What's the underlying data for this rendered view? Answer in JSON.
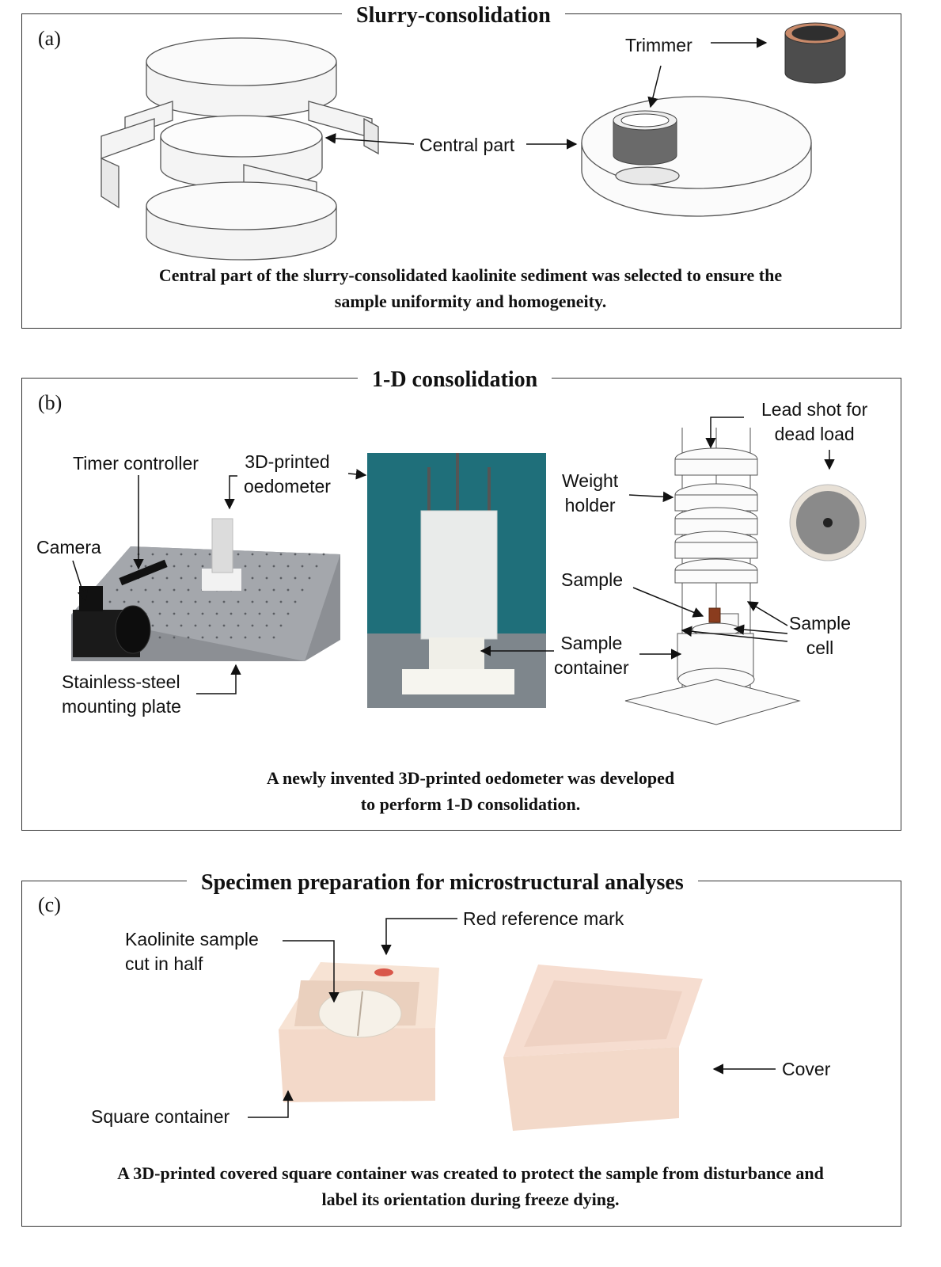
{
  "panel_a": {
    "title": "Slurry-consolidation",
    "label": "(a)",
    "trimmer": "Trimmer",
    "central_part": "Central part",
    "caption": [
      "Central part of the slurry-consolidated kaolinite sediment was selected to ensure the",
      "sample uniformity and homogeneity."
    ]
  },
  "panel_b": {
    "title": "1-D consolidation",
    "label": "(b)",
    "timer_controller": "Timer controller",
    "oedometer": [
      "3D-printed",
      "oedometer"
    ],
    "camera": "Camera",
    "plate": [
      "Stainless-steel",
      "mounting plate"
    ],
    "lead_shot": [
      "Lead shot for",
      "dead load"
    ],
    "weight_holder": [
      "Weight",
      "holder"
    ],
    "sample": "Sample",
    "sample_container": [
      "Sample",
      "container"
    ],
    "sample_cell": [
      "Sample",
      "cell"
    ],
    "caption": [
      "A newly invented 3D-printed oedometer was developed",
      "to perform 1-D consolidation."
    ]
  },
  "panel_c": {
    "title": "Specimen preparation for microstructural analyses",
    "label": "(c)",
    "red_mark": "Red reference mark",
    "kaolinite": [
      "Kaolinite sample",
      "cut in half"
    ],
    "cover": "Cover",
    "square_container": "Square container",
    "caption": [
      "A 3D-printed covered square container was created to protect the sample from disturbance and",
      "label its orientation during freeze dying."
    ]
  },
  "colors": {
    "border": "#333333",
    "photo_bg": "#1f6f7a",
    "pink": "#f3d9c9",
    "copper": "#c98a6a"
  }
}
